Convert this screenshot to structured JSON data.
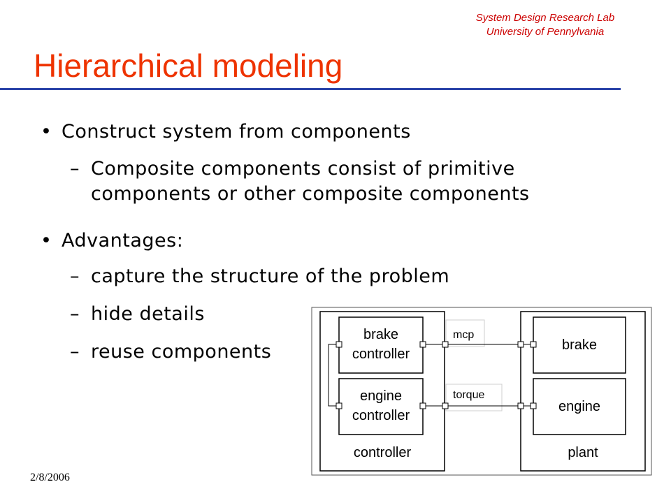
{
  "header": {
    "lab_line1": "System Design Research Lab",
    "lab_line2": "University of Pennylvania"
  },
  "title": "Hierarchical modeling",
  "bullets": [
    {
      "text": "Construct system from components",
      "subs": [
        {
          "line1": "Composite components consist of primitive",
          "line2": "components or other composite components"
        }
      ]
    },
    {
      "text": "Advantages:",
      "subs": [
        {
          "line1": "capture the structure of the problem"
        },
        {
          "line1": "hide details"
        },
        {
          "line1": "reuse components"
        }
      ]
    }
  ],
  "bullet_glyph": "•",
  "dash_glyph": "–",
  "diagram": {
    "controller_label": "controller",
    "plant_label": "plant",
    "brake_controller_line1": "brake",
    "brake_controller_line2": "controller",
    "engine_controller_line1": "engine",
    "engine_controller_line2": "controller",
    "brake_label": "brake",
    "engine_label": "engine",
    "mcp_label": "mcp",
    "torque_label": "torque"
  },
  "footer": {
    "date": "2/8/2006"
  },
  "colors": {
    "title": "#ee3300",
    "lab": "#cc0000",
    "rule": "#2a43a8"
  }
}
